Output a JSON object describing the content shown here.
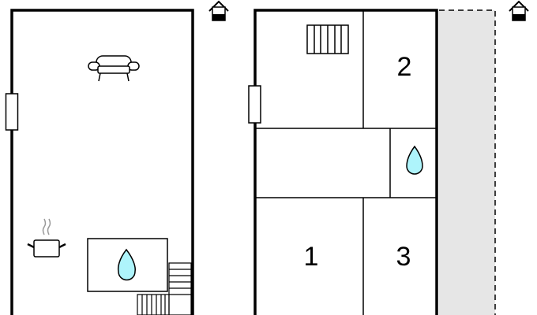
{
  "floors": [
    {
      "name": "ground-floor",
      "rooms": []
    },
    {
      "name": "upper-floor",
      "rooms": [
        {
          "label": "2"
        },
        {
          "label": "1"
        },
        {
          "label": "3"
        }
      ]
    }
  ],
  "colors": {
    "wall": "#000000",
    "water": "#aef4fb",
    "outside": "#e6e6e6"
  },
  "icons": [
    "house-entrance-icon",
    "sofa-icon",
    "cooking-pot-icon",
    "water-drop-icon",
    "stairs-icon",
    "radiator-icon",
    "window-icon"
  ]
}
